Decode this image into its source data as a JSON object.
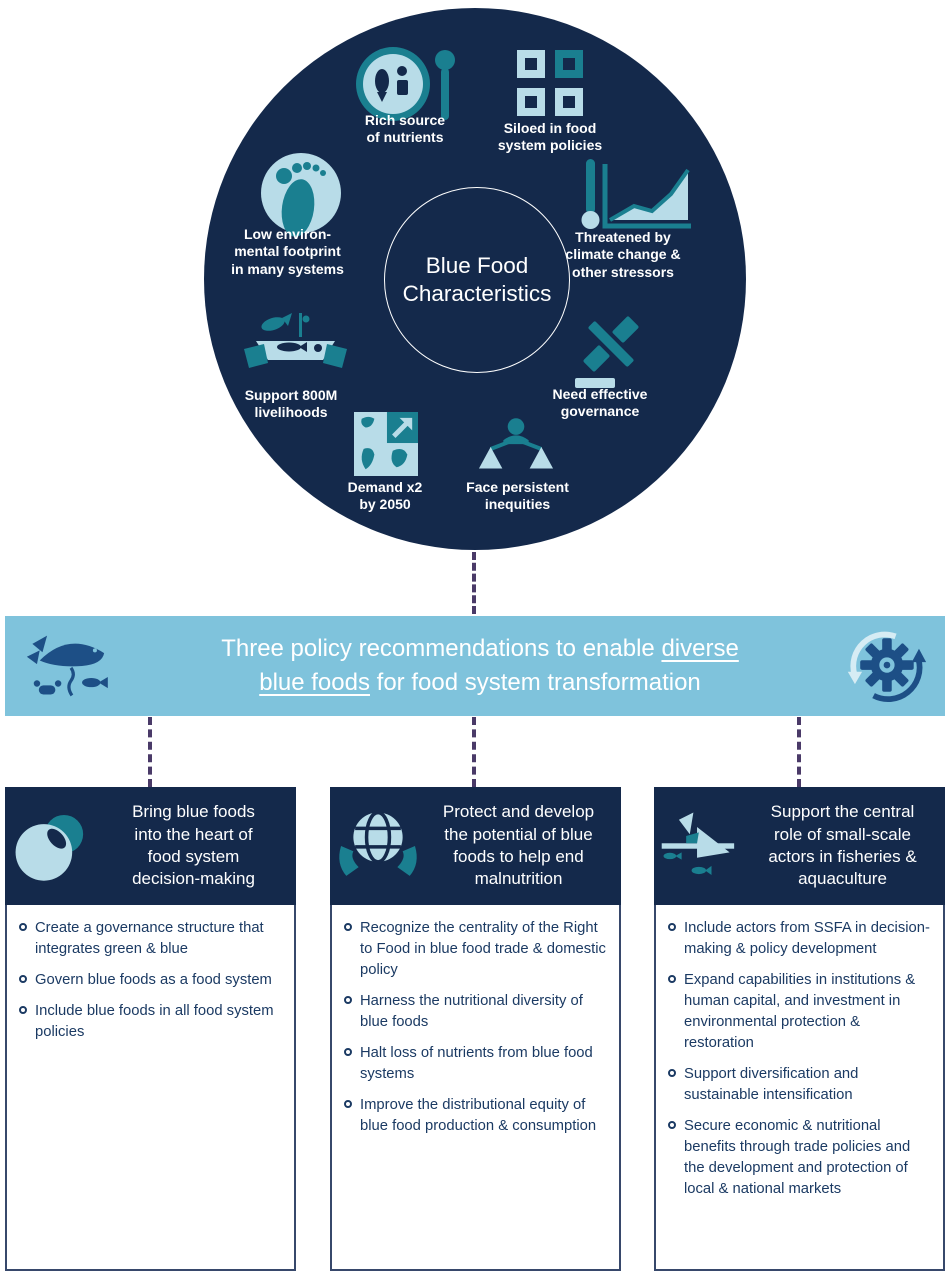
{
  "colors": {
    "navy": "#14294B",
    "teal": "#1A7F90",
    "light_blue": "#B8DCE8",
    "banner_blue": "#7FC3DC",
    "banner_icon_navy": "#1D4F86",
    "dash_purple": "#4A3A68",
    "body_text_navy": "#1B3A63"
  },
  "circle": {
    "center_title": "Blue Food\nCharacteristics",
    "items": [
      {
        "icon": "plate-spoon-icon",
        "label": "Rich source\nof nutrients"
      },
      {
        "icon": "grid-squares-icon",
        "label": "Siloed in food\nsystem policies"
      },
      {
        "icon": "footprint-icon",
        "label": "Low environ-\nmental footprint\nin many systems"
      },
      {
        "icon": "thermometer-chart-icon",
        "label": "Threatened by\nclimate change &\nother stressors"
      },
      {
        "icon": "hands-fish-icon",
        "label": "Support 800M\nlivelihoods"
      },
      {
        "icon": "gavel-icon",
        "label": "Need effective\ngovernance"
      },
      {
        "icon": "map-growth-icon",
        "label": "Demand x2\nby 2050"
      },
      {
        "icon": "scales-icon",
        "label": "Face persistent\ninequities"
      }
    ]
  },
  "banner": {
    "line1_pre": "Three policy recommendations to enable ",
    "line1_underlined": "diverse",
    "line2_underlined": "blue foods",
    "line2_post": " for food system transformation",
    "left_icon": "sea-life-icon",
    "right_icon": "gear-cycle-icon"
  },
  "columns": [
    {
      "icon": "venn-circles-icon",
      "title": "Bring blue foods\ninto the heart of\nfood system\ndecision-making",
      "bullets": [
        "Create a governance structure that integrates green & blue",
        "Govern blue foods as a food system",
        "Include blue foods in all food system policies"
      ]
    },
    {
      "icon": "globe-hands-icon",
      "title": "Protect and develop\nthe potential of blue\nfoods to help end\nmalnutrition",
      "bullets": [
        "Recognize the centrality of the Right to Food in blue food trade & domestic policy",
        "Harness the nutritional diversity of blue foods",
        "Halt loss of nutrients from blue food systems",
        "Improve the distributional equity of blue food production & consumption"
      ]
    },
    {
      "icon": "boat-fish-icon",
      "title": "Support the central\nrole of small-scale\nactors in fisheries &\naquaculture",
      "bullets": [
        "Include actors from SSFA in decision-making & policy development",
        "Expand capabilities in institutions & human capital, and investment in environmental protection & restoration",
        "Support diversification and sustainable intensification",
        "Secure economic & nutritional benefits through trade policies and the development and protection of local & national markets"
      ]
    }
  ]
}
